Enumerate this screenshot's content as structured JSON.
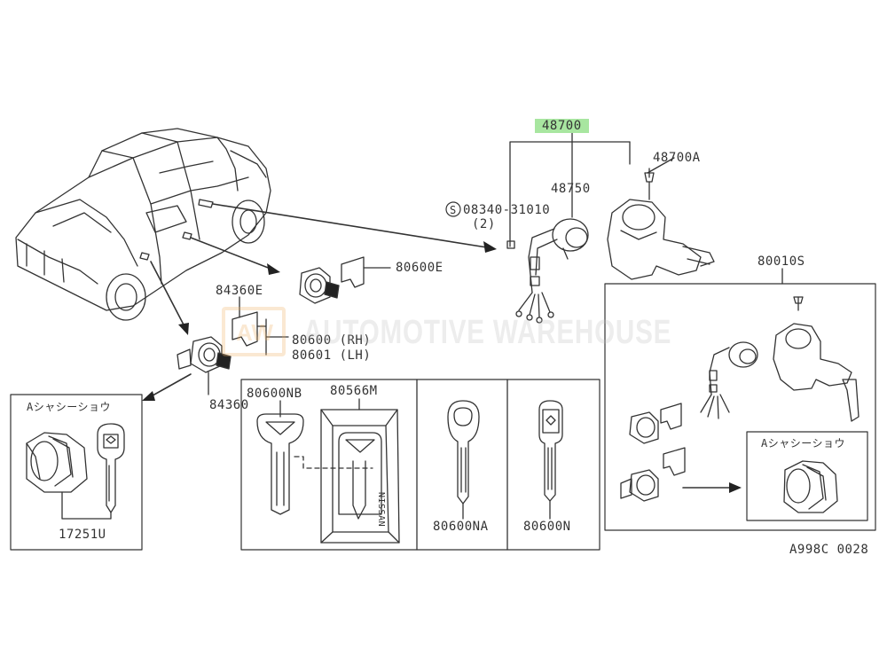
{
  "diagram": {
    "labels": {
      "p48700": "48700",
      "p48700A": "48700A",
      "p48750": "48750",
      "p08340": "08340-31010",
      "p08340_qty": "(2)",
      "p80600E": "80600E",
      "p84360E": "84360E",
      "p80600rh": "80600 (RH)",
      "p80601lh": "80601 (LH)",
      "p84360": "84360",
      "p80010S": "80010S",
      "p80600NB": "80600NB",
      "p80566M": "80566M",
      "p80600NA": "80600NA",
      "p80600N": "80600N",
      "p17251U": "17251U",
      "box_a_left": "Aシャシーショウ",
      "box_a_right": "Aシャシーショウ",
      "s_mark": "S",
      "nissan_tag": "NISSAN",
      "code": "A998C 0028"
    },
    "watermark": {
      "logo": "AW",
      "text": "AUTOMOTIVE WAREHOUSE"
    },
    "colors": {
      "highlight": "#a8e6a0",
      "line": "#333333",
      "watermark_logo": "#f0b060"
    }
  }
}
